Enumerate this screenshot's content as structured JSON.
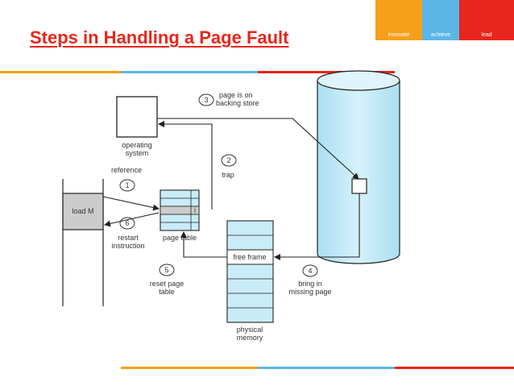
{
  "title": "Steps in Handling a Page Fault",
  "brand": {
    "words": [
      "innovate",
      "achieve",
      "lead"
    ]
  },
  "colors": {
    "red": "#e8261c",
    "orange": "#f6a01a",
    "blue": "#5bb6e6",
    "disk": "#c9ecf8"
  },
  "diagram": {
    "os_label": [
      "operating",
      "system"
    ],
    "step1": {
      "num": "1",
      "label": "reference"
    },
    "step2": {
      "num": "2",
      "label": "trap"
    },
    "step3": {
      "num": "3",
      "label": [
        "page is on",
        "backing store"
      ]
    },
    "step4": {
      "num": "4",
      "label": [
        "bring in",
        "missing page"
      ]
    },
    "step5": {
      "num": "5",
      "label": [
        "reset page",
        "table"
      ]
    },
    "step6": {
      "num": "6",
      "label": [
        "restart",
        "instruction"
      ]
    },
    "load_label": "load M",
    "page_table_label": "page table",
    "invalid_bit": "i",
    "free_frame_label": "free frame",
    "physical_memory_label": [
      "physical",
      "memory"
    ]
  }
}
